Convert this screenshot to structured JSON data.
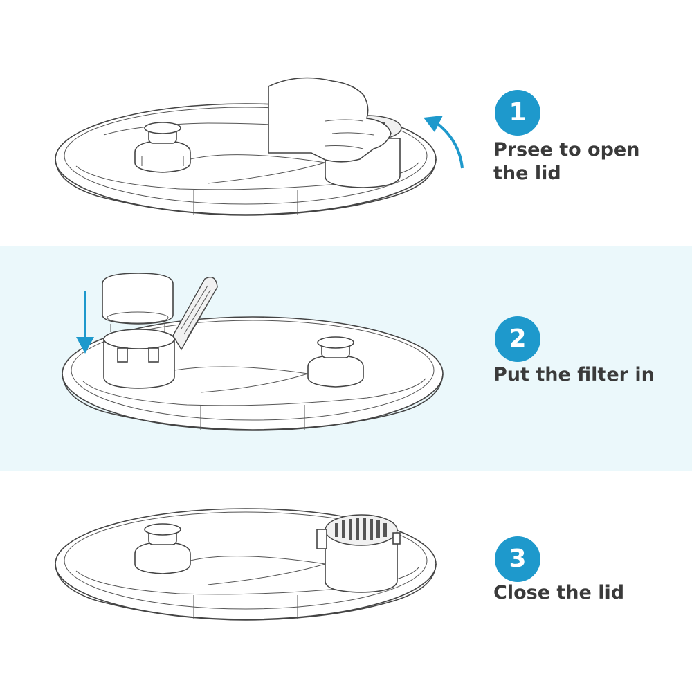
{
  "accent_color": "#1e99cc",
  "band_tint": "#ebf8fb",
  "steps": [
    {
      "number": "1",
      "text": "Prsee to open\nthe lid"
    },
    {
      "number": "2",
      "text": "Put the filter in"
    },
    {
      "number": "3",
      "text": "Close the lid"
    }
  ]
}
